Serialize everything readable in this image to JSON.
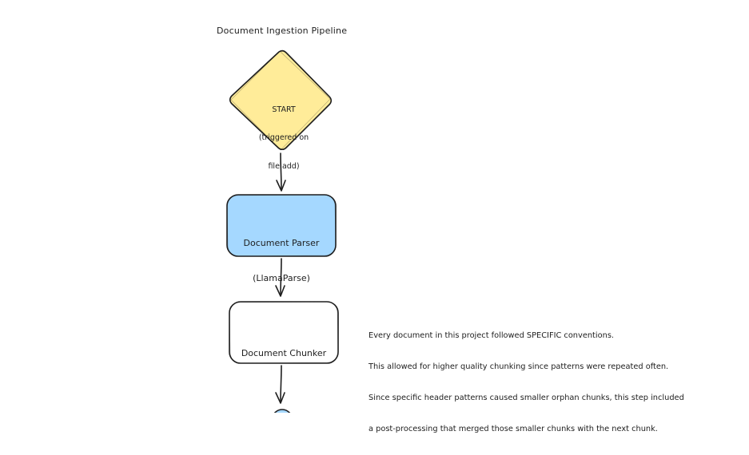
{
  "diagram": {
    "title": "Document  Ingestion Pipeline",
    "nodes": [
      {
        "id": "start",
        "shape": "diamond",
        "lines": [
          "START",
          "(triggered on",
          "file add)"
        ],
        "fill": "#ffec99"
      },
      {
        "id": "parser",
        "shape": "rounded-rect",
        "lines": [
          "Document Parser",
          "(LlamaParse)"
        ],
        "fill": "#a5d8ff"
      },
      {
        "id": "chunker",
        "shape": "rounded-rect",
        "lines": [
          "Document Chunker"
        ],
        "fill": "#ffffff"
      },
      {
        "id": "next",
        "shape": "ellipse",
        "lines": [],
        "fill": "#a5d8ff"
      }
    ],
    "edges": [
      {
        "from": "start",
        "to": "parser"
      },
      {
        "from": "parser",
        "to": "chunker"
      },
      {
        "from": "chunker",
        "to": "next"
      }
    ],
    "note": {
      "attached_to": "chunker",
      "lines": [
        "Every document in this project followed SPECIFIC conventions.",
        "This allowed for higher quality chunking since patterns were repeated often.",
        "Since specific header patterns caused smaller orphan chunks, this step included",
        "a post-processing that merged those smaller chunks with the next chunk."
      ]
    }
  },
  "colors": {
    "stroke": "#1e1e1e",
    "start_fill": "#ffec99",
    "parser_fill": "#a5d8ff",
    "chunker_fill": "#ffffff",
    "background": "#ffffff"
  }
}
